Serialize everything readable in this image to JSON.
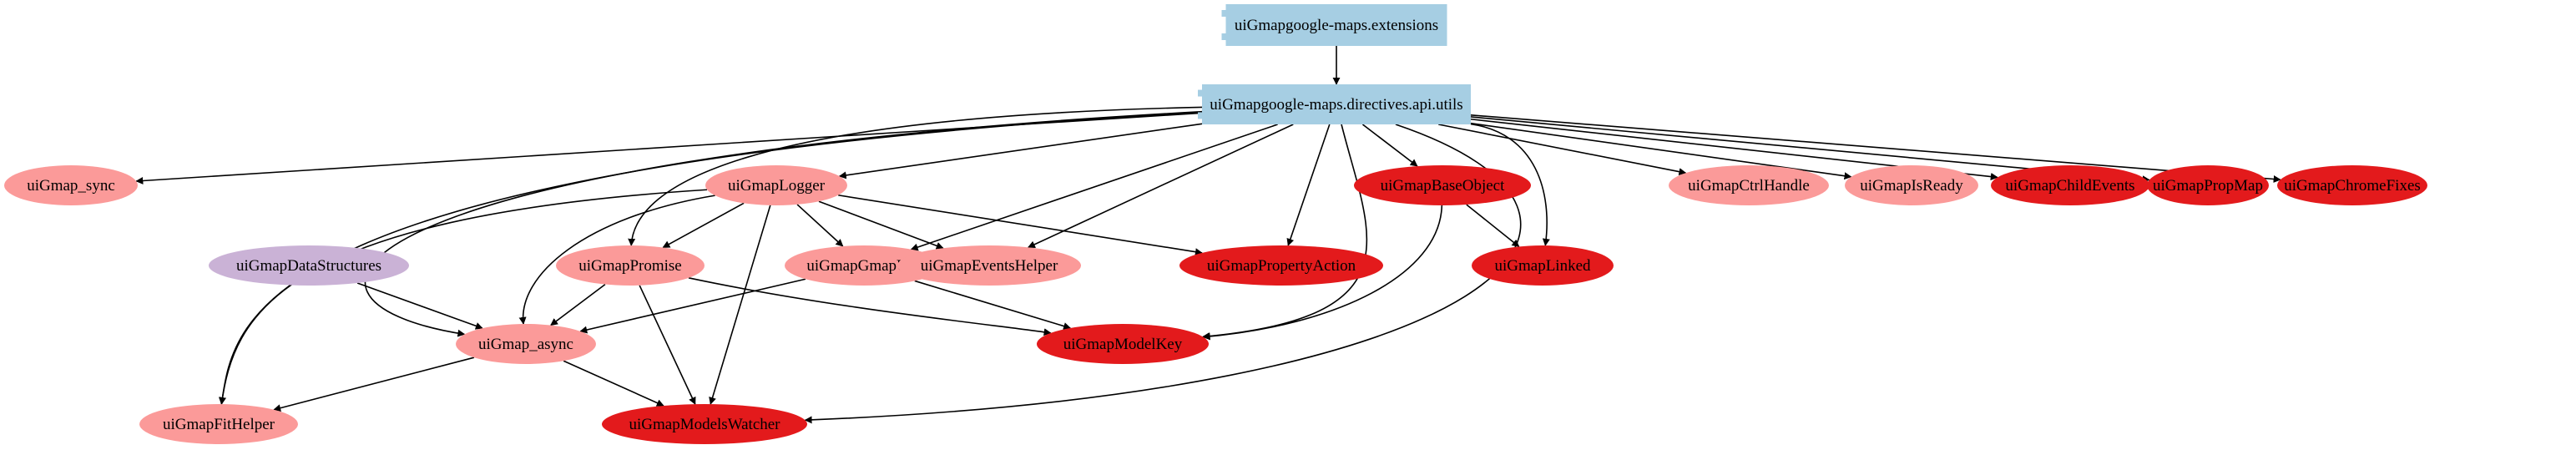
{
  "title": "uiGmapgoogle-maps.directives.api.utils dependency graph",
  "colors": {
    "module": "#a6cee3",
    "light": "#fb9a99",
    "dark": "#e31a1c",
    "purple": "#cab2d6",
    "edge": "#000000"
  },
  "nodes": [
    {
      "id": "extensions",
      "label": "uiGmapgoogle-maps.extensions",
      "kind": "module"
    },
    {
      "id": "utils",
      "label": "uiGmapgoogle-maps.directives.api.utils",
      "kind": "module"
    },
    {
      "id": "sync",
      "label": "uiGmap_sync",
      "kind": "light"
    },
    {
      "id": "logger",
      "label": "uiGmapLogger",
      "kind": "light"
    },
    {
      "id": "baseobject",
      "label": "uiGmapBaseObject",
      "kind": "dark"
    },
    {
      "id": "ctrlhandle",
      "label": "uiGmapCtrlHandle",
      "kind": "light"
    },
    {
      "id": "isready",
      "label": "uiGmapIsReady",
      "kind": "light"
    },
    {
      "id": "childevents",
      "label": "uiGmapChildEvents",
      "kind": "dark"
    },
    {
      "id": "propmap",
      "label": "uiGmapPropMap",
      "kind": "dark"
    },
    {
      "id": "chromefixes",
      "label": "uiGmapChromeFixes",
      "kind": "dark"
    },
    {
      "id": "datastructures",
      "label": "uiGmapDataStructures",
      "kind": "purple"
    },
    {
      "id": "promise",
      "label": "uiGmapPromise",
      "kind": "light"
    },
    {
      "id": "gmaputil",
      "label": "uiGmapGmapUtil",
      "kind": "light"
    },
    {
      "id": "eventshelper",
      "label": "uiGmapEventsHelper",
      "kind": "light"
    },
    {
      "id": "propertyaction",
      "label": "uiGmapPropertyAction",
      "kind": "dark"
    },
    {
      "id": "linked",
      "label": "uiGmapLinked",
      "kind": "dark"
    },
    {
      "id": "async",
      "label": "uiGmap_async",
      "kind": "light"
    },
    {
      "id": "modelkey",
      "label": "uiGmapModelKey",
      "kind": "dark"
    },
    {
      "id": "fithelper",
      "label": "uiGmapFitHelper",
      "kind": "light"
    },
    {
      "id": "modelswatcher",
      "label": "uiGmapModelsWatcher",
      "kind": "dark"
    }
  ],
  "edges": [
    [
      "extensions",
      "utils"
    ],
    [
      "utils",
      "sync"
    ],
    [
      "utils",
      "logger"
    ],
    [
      "utils",
      "baseobject"
    ],
    [
      "utils",
      "ctrlhandle"
    ],
    [
      "utils",
      "isready"
    ],
    [
      "utils",
      "childevents"
    ],
    [
      "utils",
      "propmap"
    ],
    [
      "utils",
      "chromefixes"
    ],
    [
      "utils",
      "promise"
    ],
    [
      "utils",
      "gmaputil"
    ],
    [
      "utils",
      "eventshelper"
    ],
    [
      "utils",
      "propertyaction"
    ],
    [
      "utils",
      "linked"
    ],
    [
      "utils",
      "modelkey"
    ],
    [
      "utils",
      "fithelper"
    ],
    [
      "utils",
      "async"
    ],
    [
      "utils",
      "modelswatcher"
    ],
    [
      "logger",
      "promise"
    ],
    [
      "logger",
      "gmaputil"
    ],
    [
      "logger",
      "eventshelper"
    ],
    [
      "logger",
      "propertyaction"
    ],
    [
      "logger",
      "async"
    ],
    [
      "logger",
      "fithelper"
    ],
    [
      "logger",
      "modelswatcher"
    ],
    [
      "baseobject",
      "linked"
    ],
    [
      "baseobject",
      "modelkey"
    ],
    [
      "datastructures",
      "async"
    ],
    [
      "promise",
      "async"
    ],
    [
      "promise",
      "modelswatcher"
    ],
    [
      "promise",
      "modelkey"
    ],
    [
      "gmaputil",
      "async"
    ],
    [
      "gmaputil",
      "modelkey"
    ],
    [
      "async",
      "fithelper"
    ],
    [
      "async",
      "modelswatcher"
    ]
  ]
}
